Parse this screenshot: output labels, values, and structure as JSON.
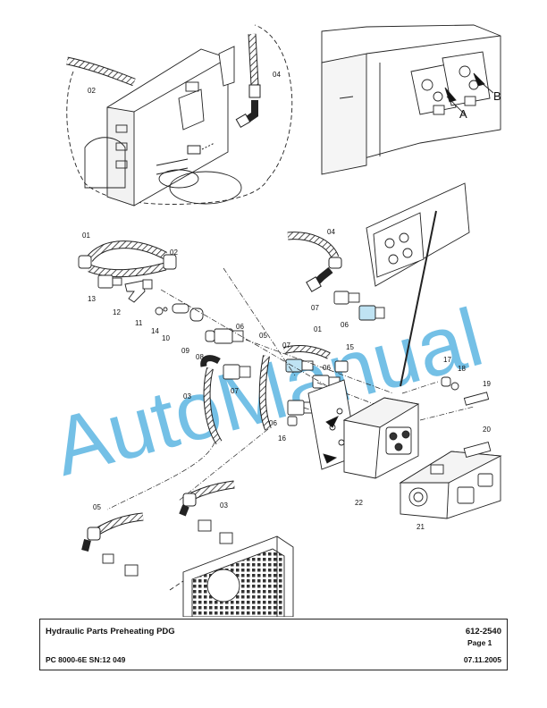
{
  "footer": {
    "title": "Hydraulic Parts Preheating PDG",
    "doc_number": "612-2540",
    "page": "Page 1",
    "model": "PC 8000-6E SN:12 049",
    "date": "07.11.2005"
  },
  "watermark": "AutoManual",
  "view_letters": {
    "a": "A",
    "b": "B"
  },
  "callouts": {
    "p01a": "01",
    "p01b": "01",
    "p02a": "02",
    "p02b": "02",
    "p03a": "03",
    "p03b": "03",
    "p04a": "04",
    "p04b": "04",
    "p05a": "05",
    "p05b": "05",
    "p06a": "06",
    "p06b": "06",
    "p06c": "06",
    "p06d": "06",
    "p07a": "07",
    "p07b": "07",
    "p07c": "07",
    "p08": "08",
    "p09": "09",
    "p10": "10",
    "p11": "11",
    "p12": "12",
    "p13": "13",
    "p14": "14",
    "p15": "15",
    "p16": "16",
    "p17": "17",
    "p18": "18",
    "p19": "19",
    "p20": "20",
    "p21": "21",
    "p22": "22"
  }
}
